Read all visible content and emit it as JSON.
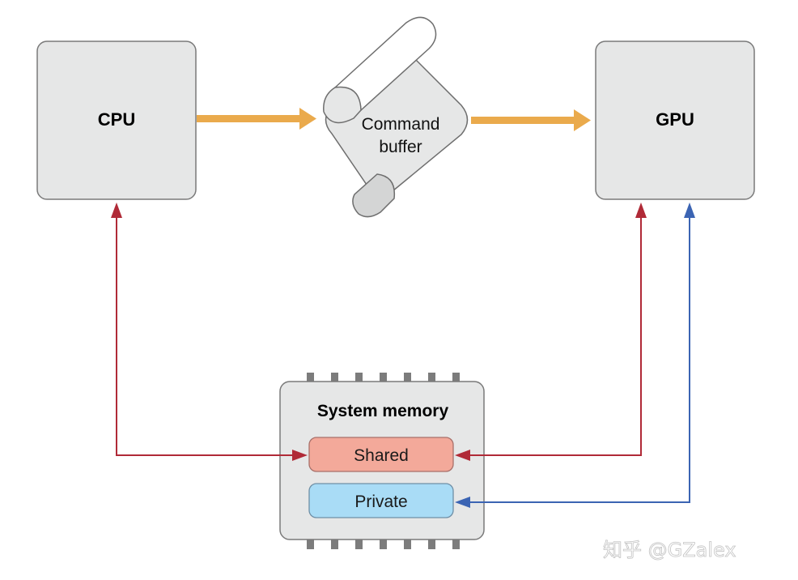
{
  "nodes": {
    "cpu": {
      "label": "CPU"
    },
    "gpu": {
      "label": "GPU"
    },
    "command_buffer": {
      "line1": "Command",
      "line2": "buffer"
    },
    "system_memory": {
      "title": "System memory",
      "regions": [
        {
          "label": "Shared",
          "fill": "#f3a99a",
          "stroke": "#a8706a"
        },
        {
          "label": "Private",
          "fill": "#a9dcf6",
          "stroke": "#6f8fa6"
        }
      ]
    }
  },
  "edges": [
    {
      "from": "CPU",
      "to": "Command buffer",
      "color": "#eaaa4c"
    },
    {
      "from": "Command buffer",
      "to": "GPU",
      "color": "#eaaa4c"
    },
    {
      "from": "Shared",
      "to": "CPU",
      "color": "#b02a37",
      "bidirectional": true
    },
    {
      "from": "Shared",
      "to": "GPU",
      "color": "#b02a37",
      "bidirectional": true
    },
    {
      "from": "Private",
      "to": "GPU",
      "color": "#3b64b3",
      "bidirectional": true
    }
  ],
  "colors": {
    "chip_fill": "#e6e7e7",
    "chip_stroke": "#7a7a7a",
    "pin": "#7c7c7c",
    "command_arrow": "#eaaa4c",
    "shared_link": "#b02a37",
    "private_link": "#3b64b3"
  },
  "watermark": "知乎 @GZalex"
}
